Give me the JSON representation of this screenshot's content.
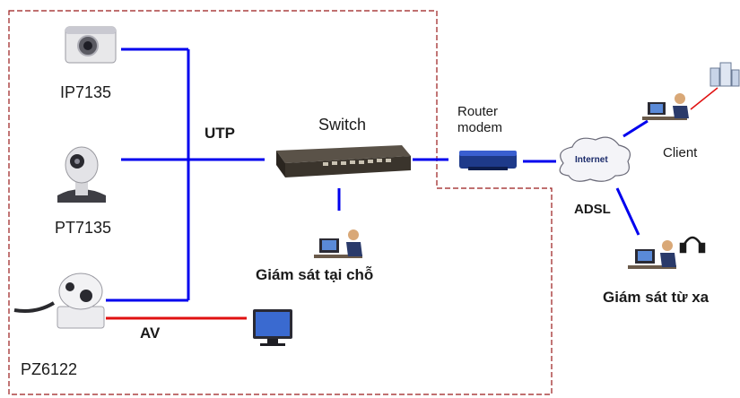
{
  "devices": {
    "ip_camera": "IP7135",
    "ptz_small": "PT7135",
    "ptz_large": "PZ6122",
    "switch": "Switch",
    "router": "Router\nmodem",
    "client": "Client",
    "internet": "Internet"
  },
  "links": {
    "utp": "UTP",
    "av": "AV",
    "adsl": "ADSL"
  },
  "stations": {
    "local": "Giám sát tại chỗ",
    "remote": "Giám sát từ xa"
  },
  "colors": {
    "network_link": "#0000ee",
    "av_link": "#e01010",
    "boundary": "#9a1a1a"
  }
}
